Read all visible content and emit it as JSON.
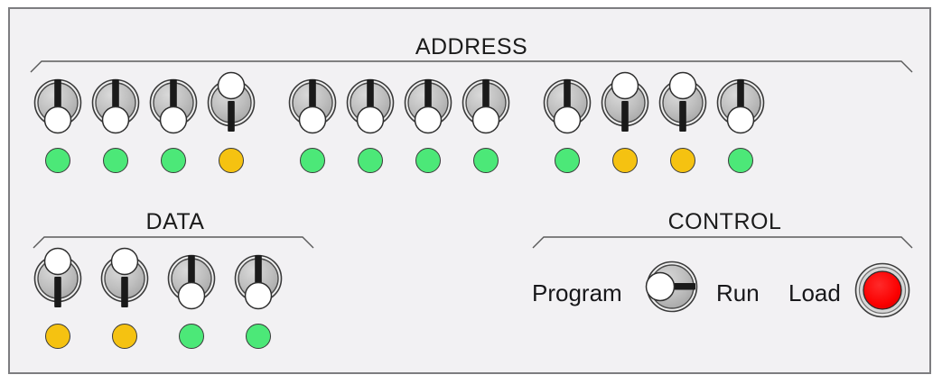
{
  "panel": {
    "background_color": "#f2f1f3",
    "border_color": "#7d7d80"
  },
  "colors": {
    "led_green": "#4ce878",
    "led_amber": "#f5c211",
    "button_red": "#ff0000",
    "switch_body": "#c0c0c0",
    "switch_lever": "#1a1a1a",
    "switch_knob": "#ffffff"
  },
  "sections": {
    "address": {
      "title": "ADDRESS",
      "switch_count": 12,
      "groups": [
        4,
        4,
        4
      ],
      "switches": [
        {
          "name": "address-switch-1",
          "position": "down",
          "led": "green"
        },
        {
          "name": "address-switch-2",
          "position": "down",
          "led": "green"
        },
        {
          "name": "address-switch-3",
          "position": "down",
          "led": "green"
        },
        {
          "name": "address-switch-4",
          "position": "up",
          "led": "amber"
        },
        {
          "name": "address-switch-5",
          "position": "down",
          "led": "green"
        },
        {
          "name": "address-switch-6",
          "position": "down",
          "led": "green"
        },
        {
          "name": "address-switch-7",
          "position": "down",
          "led": "green"
        },
        {
          "name": "address-switch-8",
          "position": "down",
          "led": "green"
        },
        {
          "name": "address-switch-9",
          "position": "down",
          "led": "green"
        },
        {
          "name": "address-switch-10",
          "position": "up",
          "led": "amber"
        },
        {
          "name": "address-switch-11",
          "position": "up",
          "led": "amber"
        },
        {
          "name": "address-switch-12",
          "position": "down",
          "led": "green"
        }
      ]
    },
    "data": {
      "title": "DATA",
      "switch_count": 4,
      "switches": [
        {
          "name": "data-switch-1",
          "position": "up",
          "led": "amber"
        },
        {
          "name": "data-switch-2",
          "position": "up",
          "led": "amber"
        },
        {
          "name": "data-switch-3",
          "position": "down",
          "led": "green"
        },
        {
          "name": "data-switch-4",
          "position": "down",
          "led": "green"
        }
      ]
    },
    "control": {
      "title": "CONTROL",
      "mode_switch": {
        "name": "mode-switch",
        "left_label": "Program",
        "right_label": "Run",
        "selected": "Program",
        "orientation": "horizontal"
      },
      "load_button": {
        "name": "load-button",
        "label": "Load",
        "color": "#ff0000"
      }
    }
  }
}
